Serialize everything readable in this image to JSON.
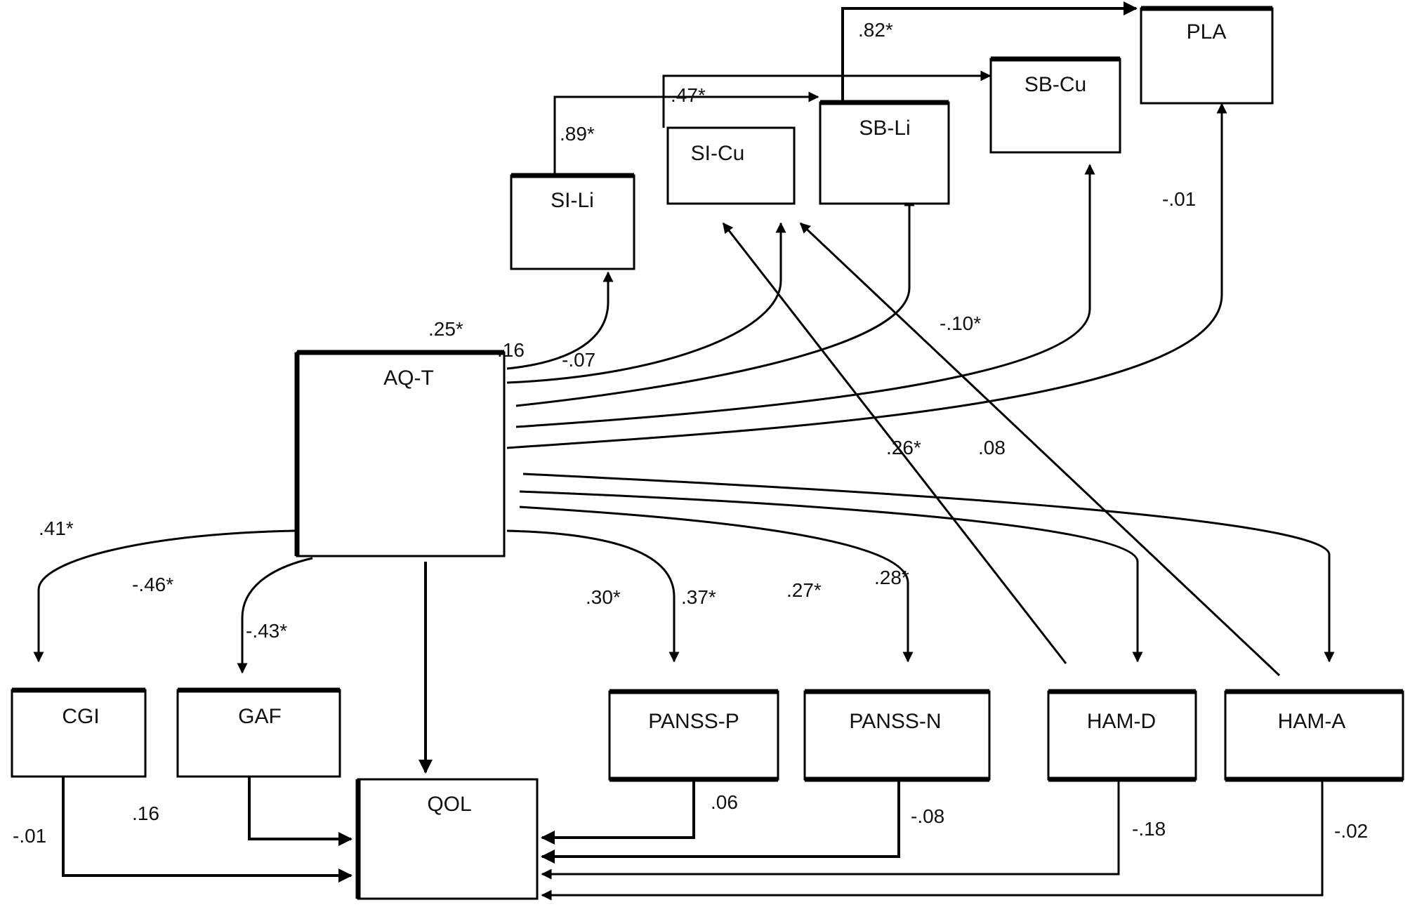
{
  "diagram": {
    "type": "path-model",
    "nodes": {
      "pla": "PLA",
      "sb_cu": "SB-Cu",
      "sb_li": "SB-Li",
      "si_cu": "SI-Cu",
      "si_li": "SI-Li",
      "aq_t": "AQ-T",
      "cgi": "CGI",
      "gaf": "GAF",
      "qol": "QOL",
      "panss_p": "PANSS-P",
      "panss_n": "PANSS-N",
      "ham_d": "HAM-D",
      "ham_a": "HAM-A"
    },
    "edges": {
      "sbli_pla": ".82*",
      "sili_sbli": ".89*",
      "sicu_sbcu": ".47*",
      "aqt_sili": ".25*",
      "aqt_sicu": ".16",
      "aqt_sbli": "-.07",
      "aqt_sbcu": "-.10*",
      "aqt_pla": "-.01",
      "hamd_sicu": ".26*",
      "hama_sbli": ".08",
      "aqt_cgi": ".41*",
      "aqt_gaf": "-.46*",
      "aqt_qol": "-.43*",
      "aqt_pansp": ".30*",
      "aqt_pansn": ".37*",
      "aqt_hamd": ".27*",
      "aqt_hama": ".28*",
      "cgi_qol": "-.01",
      "gaf_qol": ".16",
      "pansp_qol": ".06",
      "pansn_qol": "-.08",
      "hamd_qol": "-.18",
      "hama_qol": "-.02"
    }
  }
}
